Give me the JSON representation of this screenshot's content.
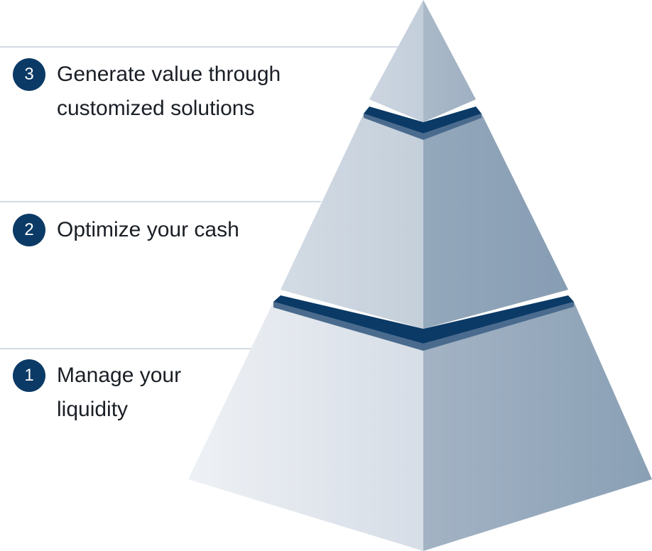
{
  "tiers": [
    {
      "number": "3",
      "lines": [
        "Generate value through",
        "customized solutions"
      ]
    },
    {
      "number": "2",
      "lines": [
        "Optimize your cash"
      ]
    },
    {
      "number": "1",
      "lines": [
        "Manage your",
        "liquidity"
      ]
    }
  ],
  "colors": {
    "badge": "#0b3a66",
    "band_dark": "#0b3a66",
    "band_mid": "#4a6b8e",
    "divider": "#c5ced8",
    "left_face_light": "#e9edf2",
    "right_face_mid": "#90a4b8",
    "text": "#1a1f26"
  }
}
